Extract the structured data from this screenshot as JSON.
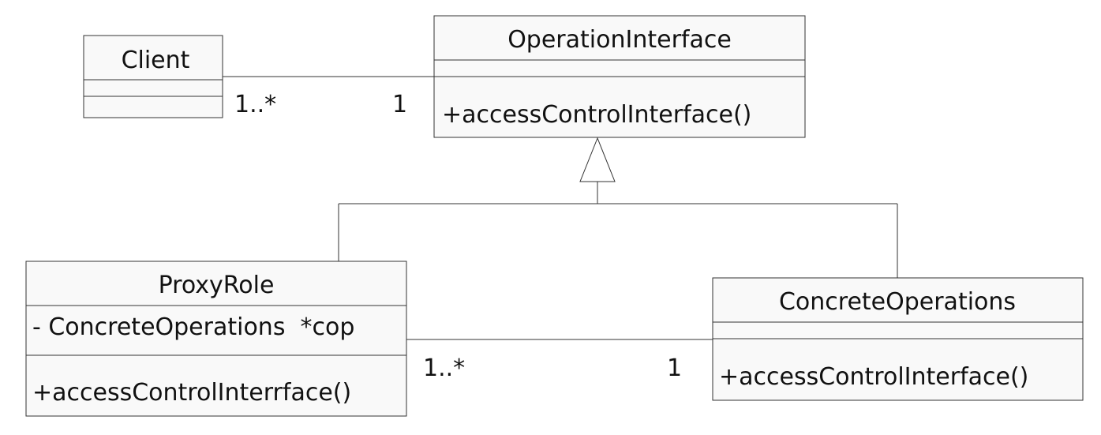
{
  "classes": {
    "client": {
      "name": "Client",
      "attributes": [],
      "operations": []
    },
    "operation_interface": {
      "name": "OperationInterface",
      "attributes": [],
      "operations": [
        "+accessControlInterface()"
      ]
    },
    "proxy_role": {
      "name": "ProxyRole",
      "attributes": [
        "- ConcreteOperations  *cop"
      ],
      "operations": [
        "+accessControlInterrface()"
      ]
    },
    "concrete_operations": {
      "name": "ConcreteOperations",
      "attributes": [],
      "operations": [
        "+accessControlInterface()"
      ]
    }
  },
  "associations": {
    "client_to_interface": {
      "source_multiplicity": "1..*",
      "target_multiplicity": "1"
    },
    "proxy_to_concrete": {
      "source_multiplicity": "1..*",
      "target_multiplicity": "1"
    }
  }
}
